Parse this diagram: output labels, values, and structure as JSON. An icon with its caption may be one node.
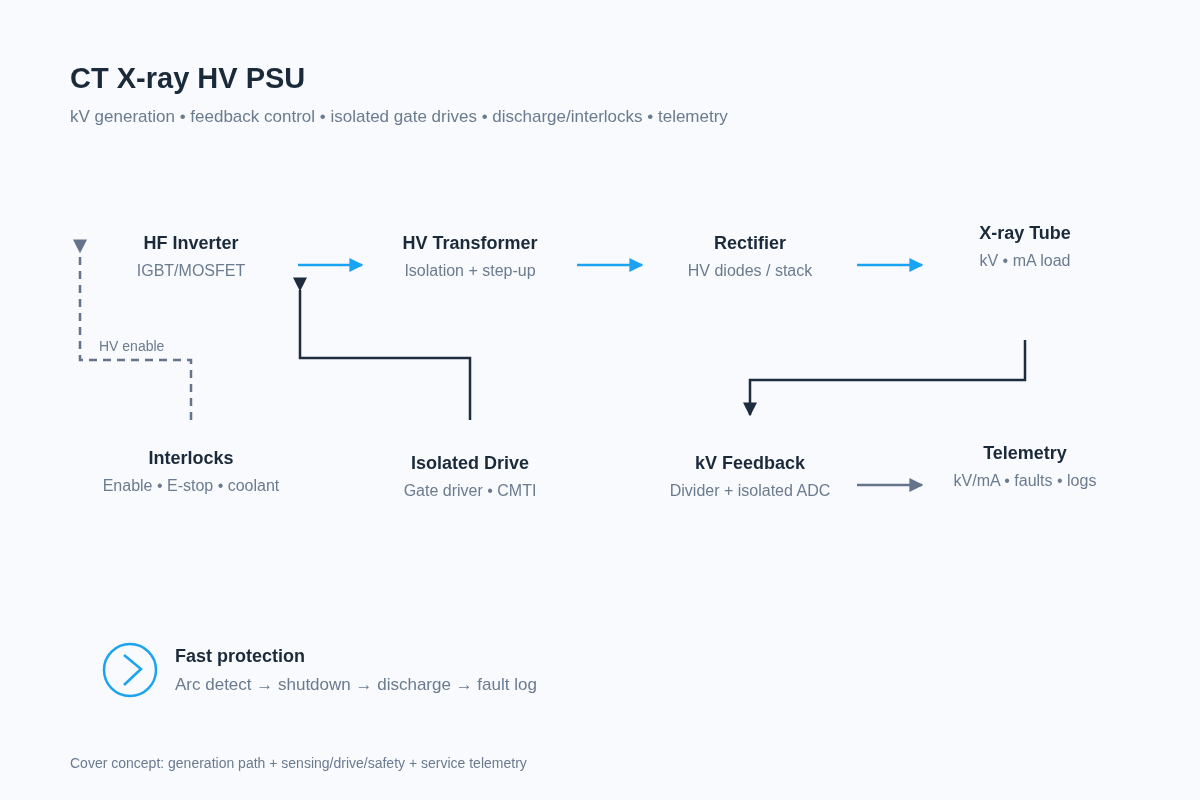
{
  "diagram": {
    "title": "CT X-ray HV PSU",
    "nodes": [
      {
        "text": [
          "HF Inverter",
          "IGBT/MOSFET"
        ]
      },
      {
        "text": [
          "HV Transformer",
          "Isolation + step-up"
        ]
      },
      {
        "text": [
          "Rectifier",
          "HV diodes / stack"
        ]
      },
      {
        "text": [
          "X-ray Tube",
          "kV • mA load"
        ]
      },
      {
        "text": [
          "Interlocks",
          "Enable • E-stop • coolant"
        ]
      },
      {
        "text": [
          "Isolated Drive",
          "Gate driver • CMTI"
        ]
      },
      {
        "text": [
          "kV Feedback",
          "Divider + isolated ADC"
        ]
      },
      {
        "text": [
          "Telemetry",
          "kV/mA • faults • logs"
        ]
      }
    ],
    "edges": [
      {
        "from": 0,
        "to": 1,
        "arrow": "to"
      },
      {
        "from": 1,
        "to": 2,
        "arrow": "to"
      },
      {
        "from": 2,
        "to": 3,
        "arrow": "to"
      },
      {
        "from": 4,
        "to": 0,
        "arrow": "to",
        "label": "HV enable",
        "style": "dashed",
        "color": "#64748b"
      },
      {
        "from": 5,
        "to": 0,
        "arrow": "to",
        "color": "#1e2d3d"
      },
      {
        "from": 3,
        "to": 6,
        "arrow": "to",
        "color": "#1e2d3d"
      },
      {
        "from": 6,
        "to": 7,
        "arrow": "to",
        "color": "#64748b"
      }
    ],
    "labels": [
      "kV generation • feedback control • isolated gate drives • discharge/interlocks • telemetry",
      "Fast protection",
      "Arc detect → shutdown → discharge → fault log",
      "Cover concept: generation path + sensing/drive/safety + service telemetry"
    ]
  }
}
